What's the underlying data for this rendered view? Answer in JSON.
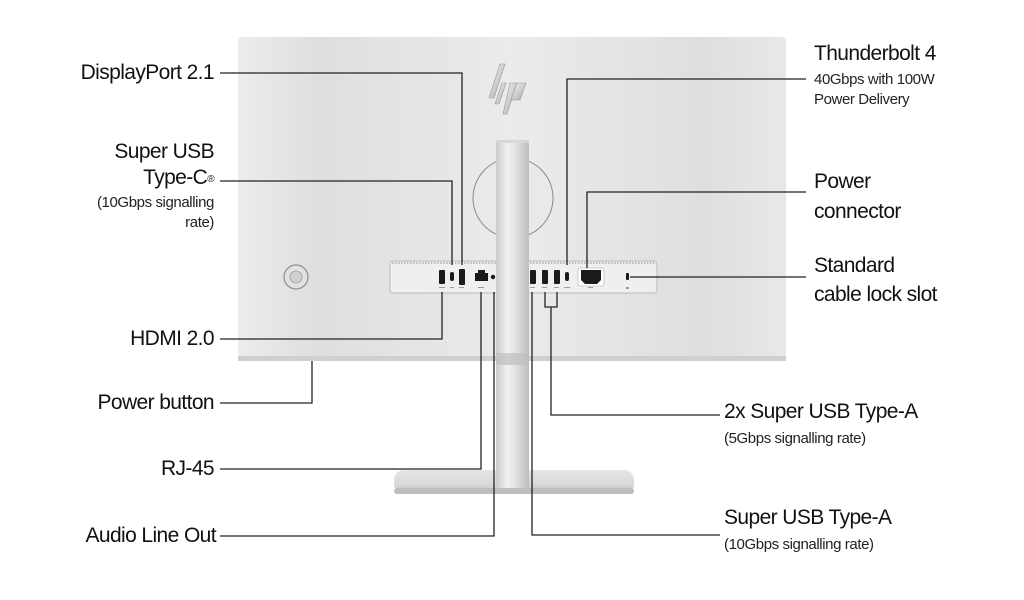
{
  "diagram": {
    "subject": "Monitor rear I/O panel",
    "logo": "hp",
    "colors": {
      "body": "#e6e6e6",
      "body_edge": "#d2d2d2",
      "port_bar": "#eeeeee",
      "port": "#1a1a1a",
      "leader_line": "#222222",
      "stand": "#d9d9d9"
    },
    "left_labels": [
      {
        "id": "displayport",
        "title": "DisplayPort 2.1",
        "subtitle": ""
      },
      {
        "id": "usb-c",
        "title_line1": "Super USB",
        "title_line2": "Type-C",
        "reg": "®",
        "subtitle_line1": "(10Gbps signalling",
        "subtitle_line2": "rate)"
      },
      {
        "id": "hdmi",
        "title": "HDMI 2.0"
      },
      {
        "id": "power-button",
        "title": "Power button"
      },
      {
        "id": "rj45",
        "title": "RJ-45"
      },
      {
        "id": "audio",
        "title": "Audio Line Out"
      }
    ],
    "right_labels": [
      {
        "id": "thunderbolt",
        "title": "Thunderbolt 4",
        "subtitle_line1": "40Gbps with 100W",
        "subtitle_line2": "Power Delivery"
      },
      {
        "id": "power-connector",
        "title_line1": "Power",
        "title_line2": "connector"
      },
      {
        "id": "lock-slot",
        "title_line1": "Standard",
        "title_line2": "cable lock slot"
      },
      {
        "id": "usb-a-5g",
        "title": "2x Super USB Type-A",
        "subtitle": "(5Gbps signalling rate)"
      },
      {
        "id": "usb-a-10g",
        "title": "Super USB Type-A",
        "subtitle": "(10Gbps signalling rate)"
      }
    ]
  }
}
